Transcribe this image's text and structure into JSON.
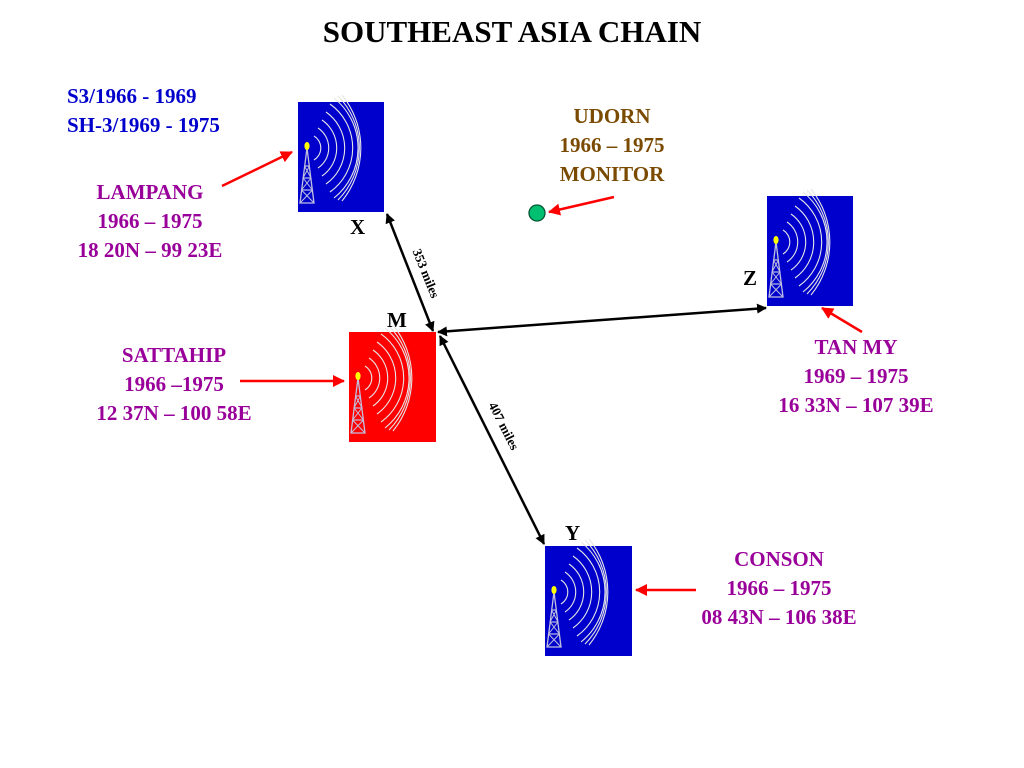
{
  "title": "SOUTHEAST ASIA CHAIN",
  "colors": {
    "master_station": "#ff0000",
    "secondary_station": "#0000cc",
    "station_label": "#990099",
    "equipment_label": "#0000cc",
    "monitor_label": "#7a4a00",
    "monitor_marker": "#00c070",
    "arrow": "#ff0000",
    "baseline": "#000000"
  },
  "equipment": {
    "line1": "S3/1966 - 1969",
    "line2": "SH-3/1969 - 1975"
  },
  "stations": {
    "lampang": {
      "letter": "X",
      "name": "LAMPANG",
      "years": "1966 – 1975",
      "coords": "18 20N – 99 23E"
    },
    "sattahip": {
      "letter": "M",
      "name": "SATTAHIP",
      "years": "1966 –1975",
      "coords": "12 37N – 100 58E"
    },
    "tanmy": {
      "letter": "Z",
      "name": "TAN MY",
      "years": "1969 – 1975",
      "coords": "16 33N – 107 39E"
    },
    "conson": {
      "letter": "Y",
      "name": "CONSON",
      "years": "1966 – 1975",
      "coords": "08 43N – 106 38E"
    }
  },
  "monitor": {
    "name": "UDORN",
    "years": "1966 – 1975",
    "role": "MONITOR",
    "icon": "monitor-circle-icon"
  },
  "baselines": {
    "mx": "353 miles",
    "my": "407 miles"
  }
}
